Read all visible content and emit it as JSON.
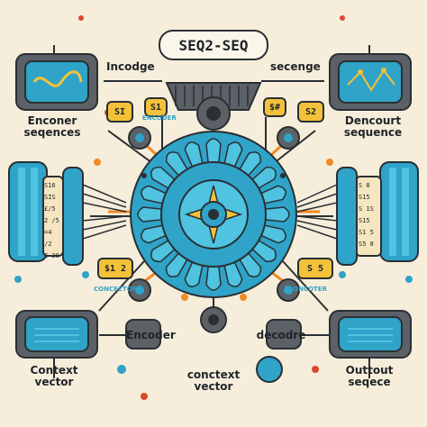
{
  "title": "SEQ2-SEQ",
  "labels": {
    "encoder_sequences": "Enconer\nseqences",
    "incodge": "Incodge",
    "secenge": "secenge",
    "decoder_sequence": "Dencourt\nsequence",
    "encoder_bottom": "Encoder",
    "decoder_bottom": "decodre",
    "context_vector_left": "Context\nvector",
    "context_vector_center": "conctext\nvector",
    "output_sequence": "Outtout\nseqece",
    "context_small_left": "CONCECTOR",
    "context_small_right": "CONCOTER",
    "encoder_small": "ENCODER"
  },
  "tags": {
    "s1": "SI",
    "s2": "S2",
    "tag_left_top": "S1",
    "tag_right_top": "$#",
    "tag_left_mid": "$1 2",
    "tag_right_mid": "S 5"
  },
  "scroll_left_text": [
    "S16",
    "SIS",
    "£/5",
    "2 /5",
    "=4 /2",
    "£ 28"
  ],
  "scroll_right_text": [
    "S 8",
    "S15",
    "S 1S",
    "S15",
    "S1 5",
    "S5 8"
  ],
  "colors": {
    "teal": "#2fa3c8",
    "teal_light": "#4fc3e0",
    "dark": "#2a2f33",
    "gray": "#5b6166",
    "orange": "#f08a24",
    "yellow": "#f3c13a",
    "red": "#d8492b",
    "bg": "#f6eedb"
  }
}
